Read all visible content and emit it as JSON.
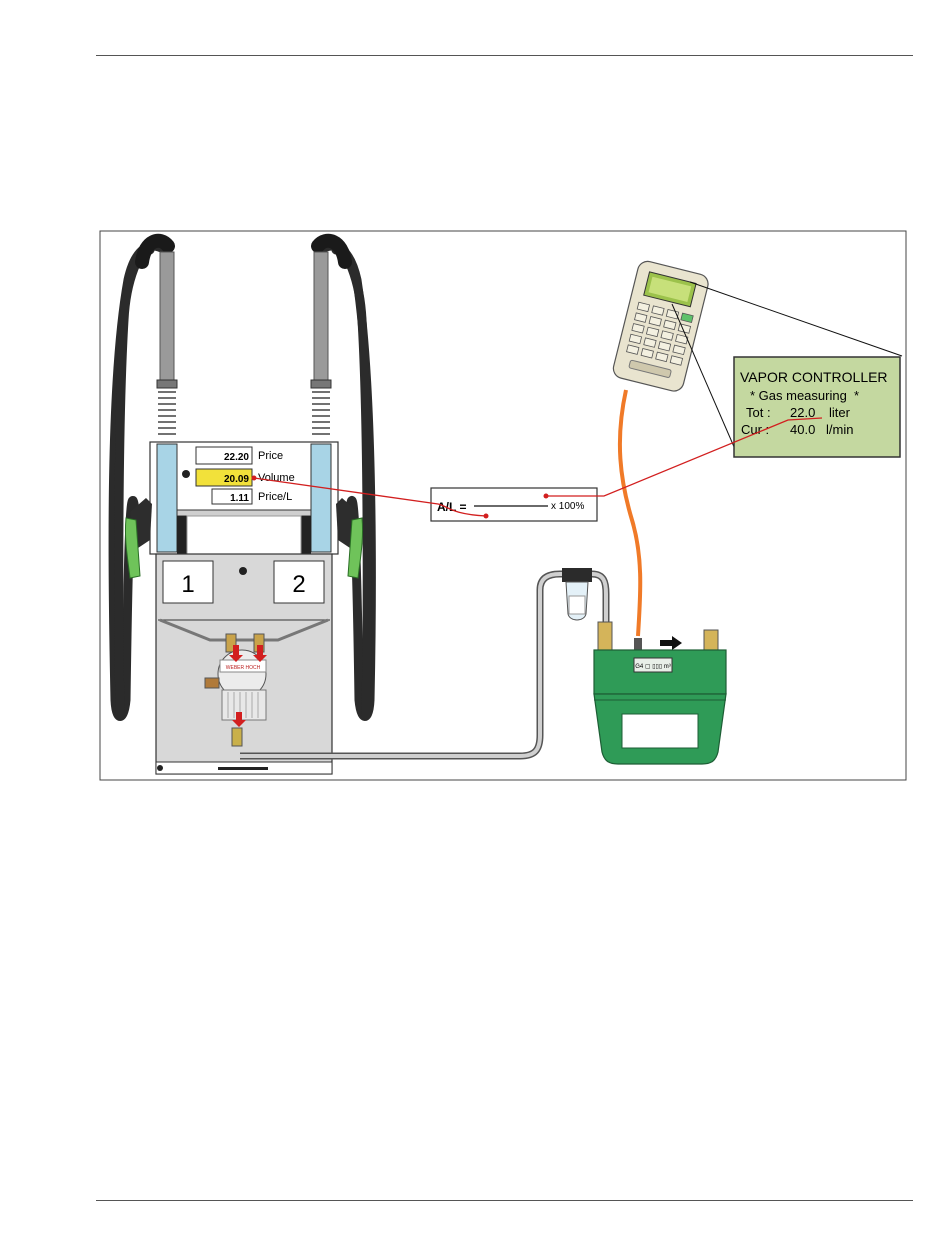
{
  "dispenser": {
    "display": {
      "price_value": "22.20",
      "price_label": "Price",
      "volume_value": "20.09",
      "volume_label": "Volume",
      "unit_price_value": "1.11",
      "unit_price_label": "Price/L"
    },
    "nozzle_left_number": "1",
    "nozzle_right_number": "2",
    "pump_brand": "WEBER HOCH"
  },
  "formula": {
    "lhs": "A/L =",
    "rhs": "x 100%"
  },
  "vapor_controller": {
    "title": "VAPOR CONTROLLER",
    "mode": "* Gas measuring  *",
    "tot_label": "Tot :",
    "tot_value": "22.0",
    "tot_unit": "liter",
    "cur_label": "Cur :",
    "cur_value": "40.0",
    "cur_unit": "l/min"
  },
  "gas_meter": {
    "plate_text": "G4 ▢ ▯▯▯ m³"
  },
  "colors": {
    "hose": "#2b2b2b",
    "lcd_bg": "#c4d8a0",
    "meter_green": "#2f9b57",
    "signal_line": "#d21f1f",
    "cable": "#f07a28",
    "volume_highlight": "#f2e13a"
  }
}
